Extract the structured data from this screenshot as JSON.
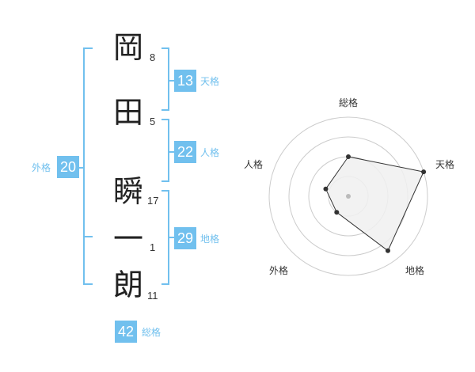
{
  "name": {
    "chars": [
      {
        "char": "岡",
        "strokes": "8"
      },
      {
        "char": "田",
        "strokes": "5"
      },
      {
        "char": "瞬",
        "strokes": "17"
      },
      {
        "char": "一",
        "strokes": "1"
      },
      {
        "char": "朗",
        "strokes": "11"
      }
    ]
  },
  "fortune": {
    "tenkaku": {
      "value": "13",
      "label": "天格"
    },
    "jinkaku": {
      "value": "22",
      "label": "人格"
    },
    "chikaku": {
      "value": "29",
      "label": "地格"
    },
    "gaikaku": {
      "value": "20",
      "label": "外格"
    },
    "soukaku": {
      "value": "42",
      "label": "総格"
    }
  },
  "colors": {
    "accent": "#71c0ee",
    "radar_fill": "#f0f0f0",
    "radar_line": "#333333",
    "grid": "#cccccc"
  },
  "chart_data": {
    "type": "radar",
    "axes": [
      "総格",
      "天格",
      "地格",
      "外格",
      "人格"
    ],
    "values": [
      0.5,
      1.0,
      0.85,
      0.25,
      0.3
    ],
    "range": [
      0,
      1
    ],
    "rings": 4
  }
}
